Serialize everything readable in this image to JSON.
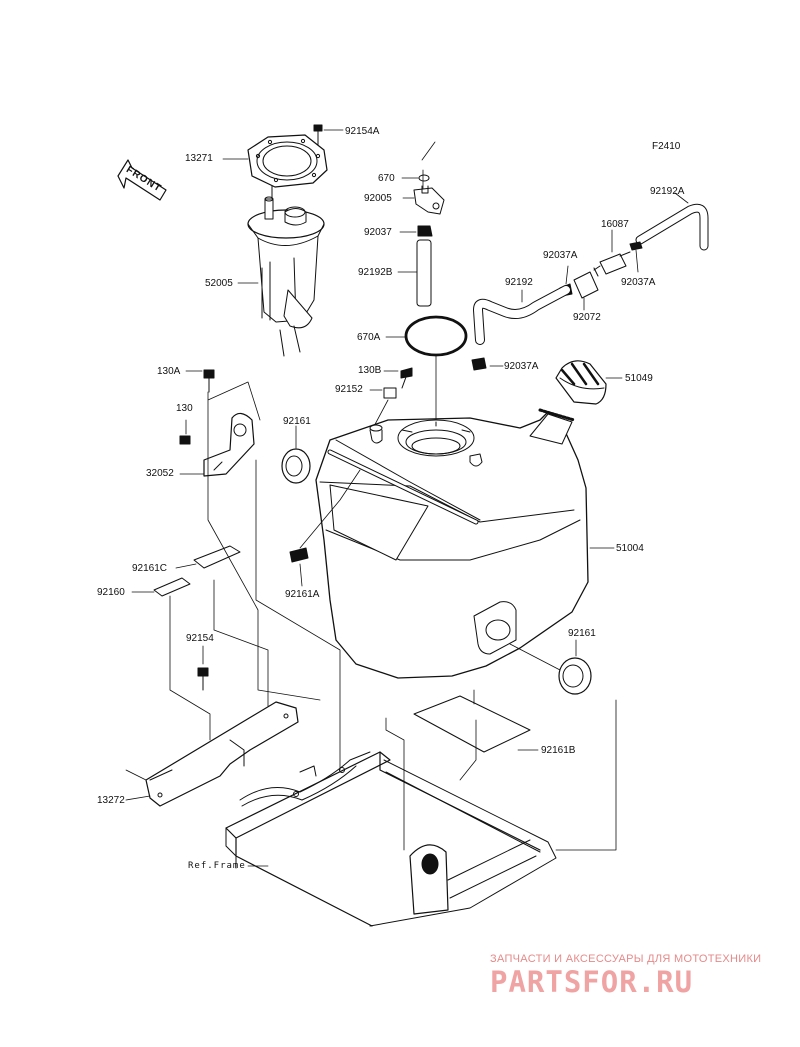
{
  "figure_code": "F2410",
  "front_label": "FRONT",
  "ref_frame": "Ref.Frame",
  "parts": [
    {
      "id": "p92154A",
      "label": "92154A"
    },
    {
      "id": "p13271",
      "label": "13271"
    },
    {
      "id": "p52005",
      "label": "52005"
    },
    {
      "id": "p670",
      "label": "670"
    },
    {
      "id": "p92005",
      "label": "92005"
    },
    {
      "id": "p92037",
      "label": "92037"
    },
    {
      "id": "p92192B",
      "label": "92192B"
    },
    {
      "id": "p670A",
      "label": "670A"
    },
    {
      "id": "p130B",
      "label": "130B"
    },
    {
      "id": "p92152",
      "label": "92152"
    },
    {
      "id": "p92192A",
      "label": "92192A"
    },
    {
      "id": "p16087",
      "label": "16087"
    },
    {
      "id": "p92037A_1",
      "label": "92037A"
    },
    {
      "id": "p92037A_2",
      "label": "92037A"
    },
    {
      "id": "p92192",
      "label": "92192"
    },
    {
      "id": "p92072",
      "label": "92072"
    },
    {
      "id": "p92037A_3",
      "label": "92037A"
    },
    {
      "id": "p51049",
      "label": "51049"
    },
    {
      "id": "p130A",
      "label": "130A"
    },
    {
      "id": "p130",
      "label": "130"
    },
    {
      "id": "p32052",
      "label": "32052"
    },
    {
      "id": "p92161_1",
      "label": "92161"
    },
    {
      "id": "p92161A",
      "label": "92161A"
    },
    {
      "id": "p51004",
      "label": "51004"
    },
    {
      "id": "p92161C",
      "label": "92161C"
    },
    {
      "id": "p92160",
      "label": "92160"
    },
    {
      "id": "p92154",
      "label": "92154"
    },
    {
      "id": "p92161_2",
      "label": "92161"
    },
    {
      "id": "p92161B",
      "label": "92161B"
    },
    {
      "id": "p13272",
      "label": "13272"
    }
  ],
  "watermark": {
    "tagline": "ЗАПЧАСТИ И АКСЕССУАРЫ ДЛЯ МОТОТЕХНИКИ",
    "logo": "PARTSFOR.RU"
  }
}
